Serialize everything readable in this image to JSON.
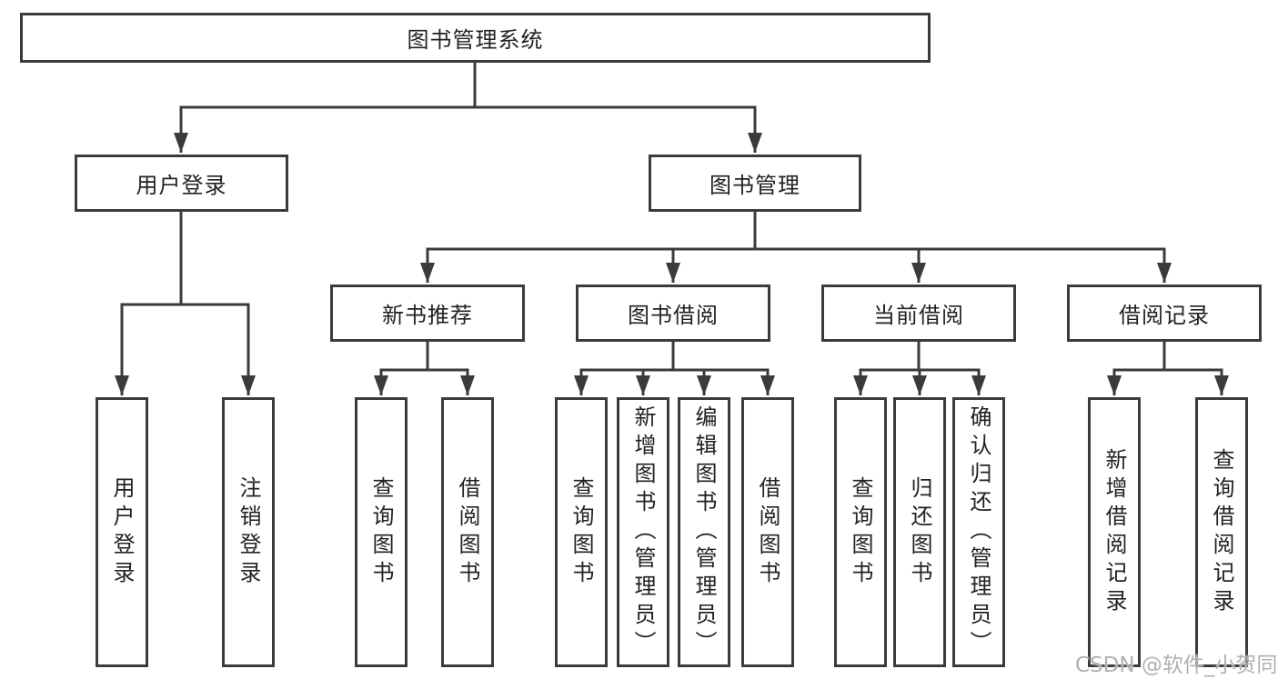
{
  "colors": {
    "line": "#3b3b3b",
    "text": "#222222",
    "watermark": "#b0b0b0"
  },
  "watermark": "CSDN @软件_小贺同学",
  "tree": {
    "root": "图书管理系统",
    "branches": [
      {
        "label": "用户登录",
        "children": [
          "用户登录",
          "注销登录"
        ]
      },
      {
        "label": "图书管理",
        "children": [
          {
            "label": "新书推荐",
            "children": [
              "查询图书",
              "借阅图书"
            ]
          },
          {
            "label": "图书借阅",
            "children": [
              "查询图书",
              "新增图书（管理员）",
              "编辑图书（管理员）",
              "借阅图书"
            ]
          },
          {
            "label": "当前借阅",
            "children": [
              "查询图书",
              "归还图书",
              "确认归还（管理员）"
            ]
          },
          {
            "label": "借阅记录",
            "children": [
              "新增借阅记录",
              "查询借阅记录"
            ]
          }
        ]
      }
    ]
  }
}
